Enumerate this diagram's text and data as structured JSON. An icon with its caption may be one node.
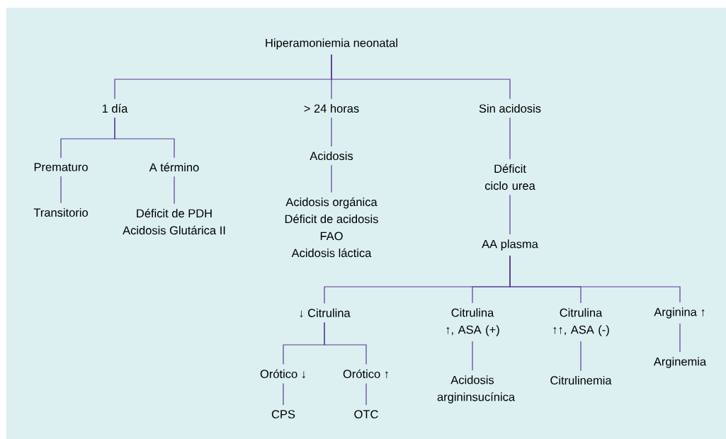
{
  "diagram": {
    "nodes": [
      {
        "text": [
          "Hiperamoniemia neonatal"
        ]
      },
      {
        "text": [
          "1 día"
        ]
      },
      {
        "text": [
          "> 24 horas"
        ]
      },
      {
        "text": [
          "Sin acidosis"
        ]
      },
      {
        "text": [
          "Prematuro"
        ]
      },
      {
        "text": [
          "A término"
        ]
      },
      {
        "text": [
          "Transitorio"
        ]
      },
      {
        "text": [
          "Déficit de PDH",
          "Acidosis Glutárica II"
        ]
      },
      {
        "text": [
          "Acidosis"
        ]
      },
      {
        "text": [
          "Acidosis orgánica",
          "Déficit de acidosis",
          "FAO",
          "Acidosis láctica"
        ]
      },
      {
        "text": [
          "Déficit ciclo urea"
        ]
      },
      {
        "text": [
          "AA plasma"
        ]
      },
      {
        "text": [
          "↓ Citrulina"
        ]
      },
      {
        "text": [
          "Citrulina ↑, ASA (+)"
        ]
      },
      {
        "text": [
          "Citrulina ↑↑, ASA (-)"
        ]
      },
      {
        "text": [
          "Arginina ↑"
        ]
      },
      {
        "text": [
          "Orótico ↓"
        ]
      },
      {
        "text": [
          "Orótico ↑"
        ]
      },
      {
        "text": [
          "Acidosis argininsucínica"
        ]
      },
      {
        "text": [
          "Citrulinemia"
        ]
      },
      {
        "text": [
          "Arginemia"
        ]
      },
      {
        "text": [
          "CPS"
        ]
      },
      {
        "text": [
          "OTC"
        ]
      }
    ],
    "edges": [
      {
        "from": 0,
        "to": 1,
        "arrow": "none"
      },
      {
        "from": 0,
        "to": 2,
        "arrow": "none"
      },
      {
        "from": 0,
        "to": 3,
        "arrow": "none"
      },
      {
        "from": 1,
        "to": 4,
        "arrow": "none"
      },
      {
        "from": 1,
        "to": 5,
        "arrow": "none"
      },
      {
        "from": 4,
        "to": 6,
        "arrow": "none"
      },
      {
        "from": 5,
        "to": 7,
        "arrow": "none"
      },
      {
        "from": 2,
        "to": 8,
        "arrow": "none"
      },
      {
        "from": 8,
        "to": 9,
        "arrow": "none"
      },
      {
        "from": 3,
        "to": 10,
        "arrow": "none"
      },
      {
        "from": 10,
        "to": 11,
        "arrow": "none"
      },
      {
        "from": 11,
        "to": 12,
        "arrow": "none"
      },
      {
        "from": 11,
        "to": 13,
        "arrow": "none"
      },
      {
        "from": 11,
        "to": 14,
        "arrow": "none"
      },
      {
        "from": 11,
        "to": 15,
        "arrow": "none"
      },
      {
        "from": 12,
        "to": 16,
        "arrow": "none"
      },
      {
        "from": 12,
        "to": 17,
        "arrow": "none"
      },
      {
        "from": 13,
        "to": 18,
        "arrow": "none"
      },
      {
        "from": 14,
        "to": 19,
        "arrow": "none"
      },
      {
        "from": 15,
        "to": 20,
        "arrow": "none"
      },
      {
        "from": 16,
        "to": 21,
        "arrow": "none"
      },
      {
        "from": 17,
        "to": 22,
        "arrow": "none"
      }
    ]
  }
}
